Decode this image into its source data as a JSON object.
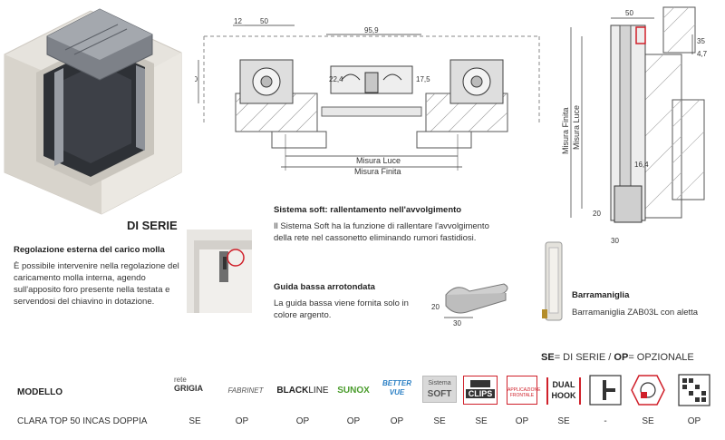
{
  "drawing": {
    "top_dims": {
      "d12": "12",
      "d50": "50",
      "d95_9": "95,9",
      "d22_4": "22,4",
      "d17_5": "17,5",
      "d50_side": "50"
    },
    "misura_luce": "Misura Luce",
    "misura_finita": "Misura Finita",
    "side_dims": {
      "d50": "50",
      "d35": "35",
      "d4_7": "4,7",
      "d16_4": "16,4",
      "d20": "20",
      "d30": "30"
    },
    "side_misura_finita": "Misura Finita",
    "side_misura_luce": "Misura Luce"
  },
  "di_serie_heading": "DI SERIE",
  "regolazione": {
    "title": "Regolazione esterna del carico molla",
    "body": "È possibile intervenire nella regolazione del caricamento molla interna, agendo sull'apposito foro presente nella testata e servendosi del chiavino in dotazione."
  },
  "sistema_soft": {
    "title": "Sistema soft: rallentamento nell'avvolgimento",
    "body": "Il Sistema Soft ha la funzione di rallentare l'avvolgimento della rete nel cassonetto eliminando rumori fastidiosi."
  },
  "guida": {
    "title": "Guida bassa arrotondata",
    "body": "La guida bassa viene fornita solo in colore argento.",
    "dim_20": "20",
    "dim_30": "30"
  },
  "barramaniglia": {
    "title": "Barramaniglia",
    "body": "Barramaniglia ZAB03L con aletta"
  },
  "legend": {
    "se_abbr": "SE",
    "se_text": "= DI SERIE / ",
    "op_abbr": "OP",
    "op_text": "= OPZIONALE"
  },
  "table": {
    "header_label": "MODELLO",
    "logos": {
      "rete_grigia_top": "rete",
      "rete_grigia_bottom": "GRIGIA",
      "fabrinet": "FABRINET",
      "blackline_a": "BLACK",
      "blackline_b": "LINE",
      "sunox": "SUNOX",
      "bettervue_a": "BETTER",
      "bettervue_b": "VUE",
      "sistema_soft_a": "Sistema",
      "sistema_soft_b": "SOFT",
      "clips": "CLIPS",
      "applicazione": "APPLICAZIONE FRONTALE",
      "dual_a": "DUAL",
      "dual_b": "HOOK"
    },
    "row": {
      "model": "CLARA TOP 50 INCAS DOPPIA",
      "values": [
        "SE",
        "OP",
        "OP",
        "OP",
        "OP",
        "SE",
        "SE",
        "OP",
        "SE",
        "-",
        "SE",
        "OP"
      ]
    }
  },
  "colors": {
    "accent_red": "#d0202a",
    "text_dark": "#222222",
    "line_gray": "#555555"
  }
}
